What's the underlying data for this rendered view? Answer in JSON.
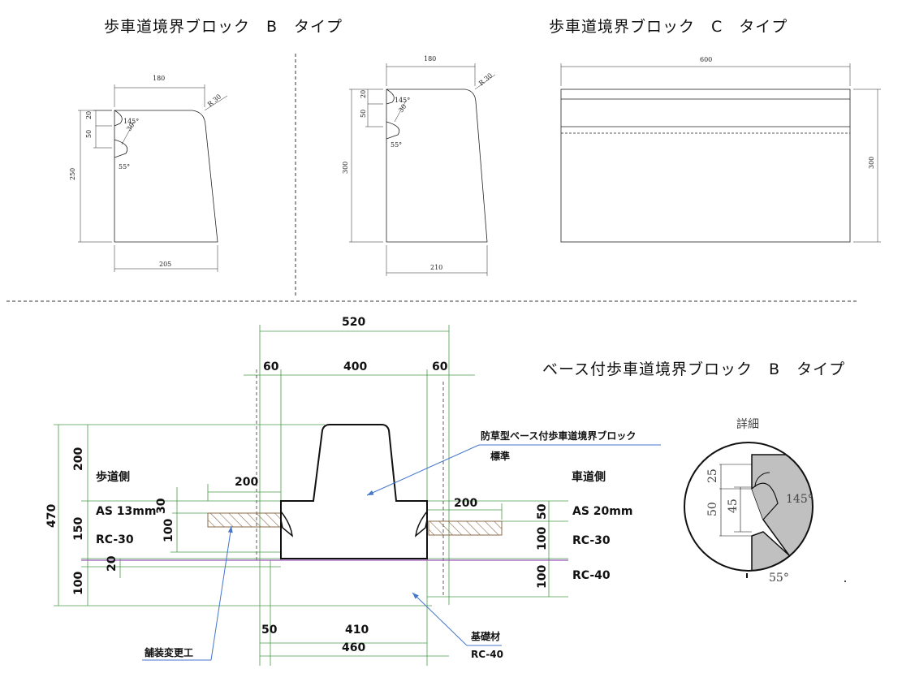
{
  "titles": {
    "b_type": "歩車道境界ブロック　B　タイプ",
    "c_type": "歩車道境界ブロック　C　タイプ",
    "base_b_type": "ベース付歩車道境界ブロック　B　タイプ"
  },
  "block_b": {
    "top_width": "180",
    "radius": "R 30",
    "dim_20": "20",
    "dim_50": "50",
    "dim_30": "30",
    "angle_145": "145°",
    "angle_55": "55°",
    "height": "250",
    "bottom_width": "205"
  },
  "block_b2": {
    "top_width": "180",
    "radius": "R 30",
    "dim_20": "20",
    "dim_50": "50",
    "dim_30": "30",
    "angle_145": "145°",
    "angle_55": "55°",
    "height": "300",
    "bottom_width": "210"
  },
  "block_c": {
    "width": "600",
    "height": "300"
  },
  "section": {
    "dim_520": "520",
    "dim_60_left": "60",
    "dim_400": "400",
    "dim_60_right": "60",
    "dim_200_top": "200",
    "dim_470": "470",
    "dim_150": "150",
    "dim_100_left": "100",
    "dim_200_walk": "200",
    "dim_30": "30",
    "dim_100_walk": "100",
    "dim_20": "20",
    "dim_200_road": "200",
    "dim_50_right": "50",
    "dim_100_right1": "100",
    "dim_100_right2": "100",
    "dim_50_bottom": "50",
    "dim_410": "410",
    "dim_460": "460",
    "walk_side": "歩道側",
    "road_side": "車道側",
    "as_left": "AS 13mm",
    "rc_left": "RC-30",
    "as_right": "AS 20mm",
    "rc_right": "RC-30",
    "rc40_right": "RC-40",
    "callout_block": "防草型ベース付歩車道境界ブロック",
    "callout_standard": "標準",
    "callout_base": "基礎材",
    "callout_base_rc": "RC-40",
    "callout_paving": "舗装変更工"
  },
  "detail": {
    "title": "詳細",
    "dim_25": "25",
    "dim_50": "50",
    "dim_45": "45",
    "angle_145": "145°",
    "angle_55": "55°"
  }
}
